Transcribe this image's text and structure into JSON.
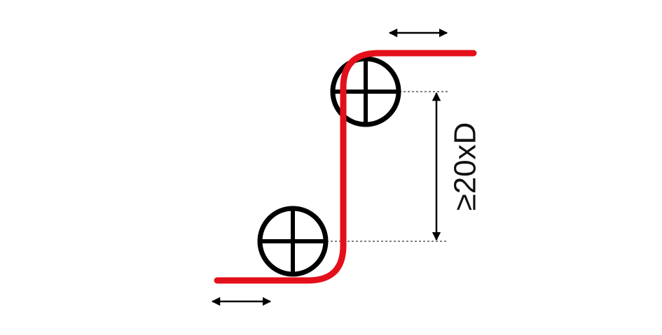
{
  "diagram": {
    "dimension_label": "≥20xD",
    "colors": {
      "pipe": "#e3101b",
      "line": "#000000",
      "background": "#ffffff"
    },
    "icons": {
      "upper_pipe_arrow": "double-arrow-horizontal",
      "lower_pipe_arrow": "double-arrow-horizontal",
      "vertical_dimension_arrow": "double-arrow-vertical",
      "upper_support": "circle-crosshair",
      "lower_support": "circle-crosshair"
    }
  }
}
